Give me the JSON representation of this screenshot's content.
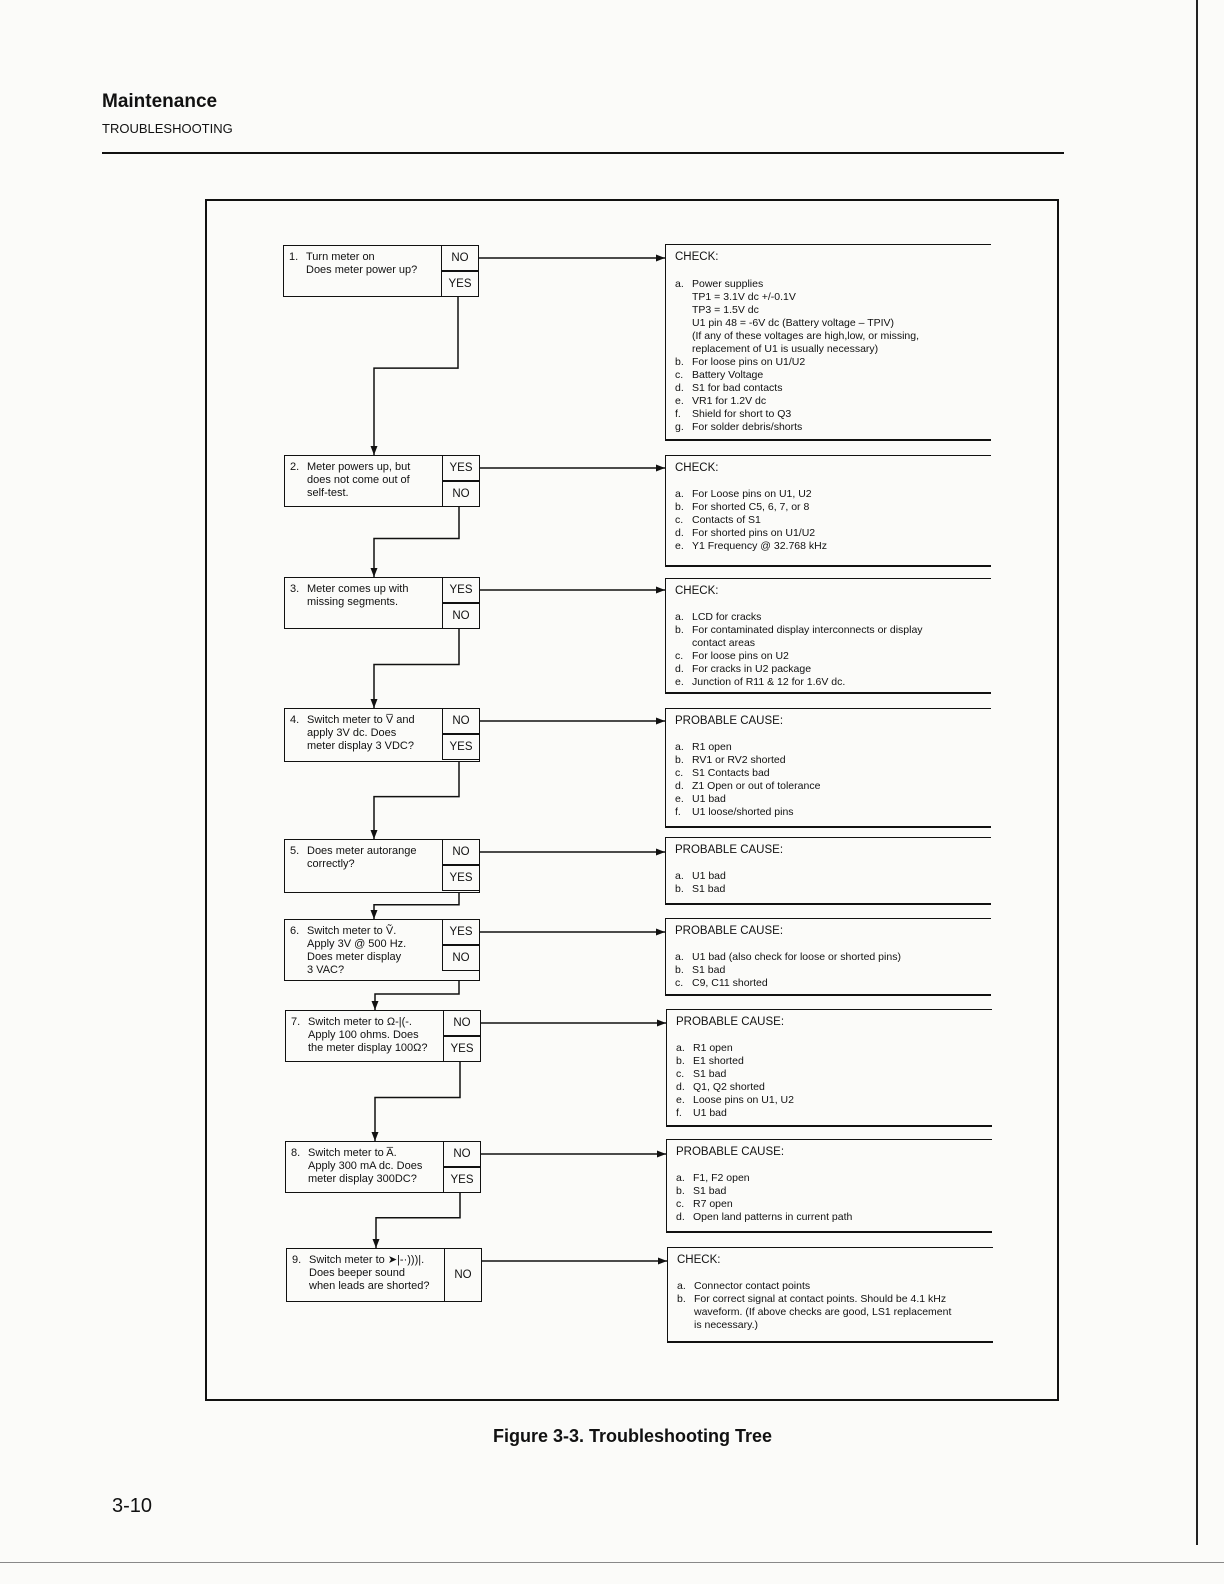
{
  "header": {
    "title": "Maintenance",
    "subtitle": "TROUBLESHOOTING"
  },
  "steps": [
    {
      "num": "1.",
      "text": "Turn meter on\nDoes meter power up?",
      "top": "NO",
      "bottom": "YES"
    },
    {
      "num": "2.",
      "text": "Meter powers up, but\ndoes not come out of\nself-test.",
      "top": "YES",
      "bottom": "NO"
    },
    {
      "num": "3.",
      "text": "Meter comes up with\nmissing segments.",
      "top": "YES",
      "bottom": "NO"
    },
    {
      "num": "4.",
      "text": "Switch meter to V̅ and\napply 3V dc. Does\nmeter display 3 VDC?",
      "top": "NO",
      "bottom": "YES"
    },
    {
      "num": "5.",
      "text": "Does meter autorange\ncorrectly?",
      "top": "NO",
      "bottom": "YES"
    },
    {
      "num": "6.",
      "text": "Switch meter to Ṽ.\nApply 3V @ 500 Hz.\nDoes meter display\n3 VAC?",
      "top": "YES",
      "bottom": "NO"
    },
    {
      "num": "7.",
      "text": "Switch meter to Ω-|(-.\nApply 100 ohms. Does\nthe meter display 100Ω?",
      "top": "NO",
      "bottom": "YES"
    },
    {
      "num": "8.",
      "text": "Switch meter to A̅.\nApply 300 mA dc. Does\nmeter display 300DC?",
      "top": "NO",
      "bottom": "YES"
    },
    {
      "num": "9.",
      "text": "Switch meter to ➤|-·)))|.\nDoes beeper sound\nwhen leads are shorted?",
      "top": "NO"
    }
  ],
  "checks": [
    {
      "heading": "CHECK:",
      "items": [
        {
          "letter": "a.",
          "text": "Power supplies\nTP1 = 3.1V dc +/-0.1V\nTP3 = 1.5V dc\nU1 pin 48 = -6V dc (Battery voltage – TPIV)\n(If any of these voltages are high,low, or missing,\nreplacement of U1 is usually necessary)"
        },
        {
          "letter": "b.",
          "text": "For loose pins on U1/U2"
        },
        {
          "letter": "c.",
          "text": "Battery Voltage"
        },
        {
          "letter": "d.",
          "text": "S1 for bad contacts"
        },
        {
          "letter": "e.",
          "text": "VR1 for 1.2V dc"
        },
        {
          "letter": "f.",
          "text": "Shield for short to Q3"
        },
        {
          "letter": "g.",
          "text": "For solder debris/shorts"
        }
      ]
    },
    {
      "heading": "CHECK:",
      "items": [
        {
          "letter": "a.",
          "text": "For Loose pins on U1, U2"
        },
        {
          "letter": "b.",
          "text": "For shorted C5, 6, 7, or 8"
        },
        {
          "letter": "c.",
          "text": "Contacts of S1"
        },
        {
          "letter": "d.",
          "text": "For shorted pins on U1/U2"
        },
        {
          "letter": "e.",
          "text": "Y1 Frequency @ 32.768 kHz"
        }
      ]
    },
    {
      "heading": "CHECK:",
      "items": [
        {
          "letter": "a.",
          "text": "LCD for cracks"
        },
        {
          "letter": "b.",
          "text": "For contaminated display interconnects or display\ncontact areas"
        },
        {
          "letter": "c.",
          "text": "For loose pins on U2"
        },
        {
          "letter": "d.",
          "text": "For cracks in U2 package"
        },
        {
          "letter": "e.",
          "text": "Junction of R11 & 12 for 1.6V dc."
        }
      ]
    },
    {
      "heading": "PROBABLE CAUSE:",
      "items": [
        {
          "letter": "a.",
          "text": "R1 open"
        },
        {
          "letter": "b.",
          "text": "RV1 or RV2 shorted"
        },
        {
          "letter": "c.",
          "text": "S1 Contacts bad"
        },
        {
          "letter": "d.",
          "text": "Z1 Open or out of tolerance"
        },
        {
          "letter": "e.",
          "text": "U1 bad"
        },
        {
          "letter": "f.",
          "text": "U1 loose/shorted pins"
        }
      ]
    },
    {
      "heading": "PROBABLE CAUSE:",
      "items": [
        {
          "letter": "a.",
          "text": "U1 bad"
        },
        {
          "letter": "b.",
          "text": "S1 bad"
        }
      ]
    },
    {
      "heading": "PROBABLE CAUSE:",
      "items": [
        {
          "letter": "a.",
          "text": "U1 bad (also check for loose or shorted pins)"
        },
        {
          "letter": "b.",
          "text": "S1 bad"
        },
        {
          "letter": "c.",
          "text": "C9, C11 shorted"
        }
      ]
    },
    {
      "heading": "PROBABLE CAUSE:",
      "items": [
        {
          "letter": "a.",
          "text": "R1 open"
        },
        {
          "letter": "b.",
          "text": "E1 shorted"
        },
        {
          "letter": "c.",
          "text": "S1 bad"
        },
        {
          "letter": "d.",
          "text": "Q1, Q2 shorted"
        },
        {
          "letter": "e.",
          "text": "Loose pins on U1, U2"
        },
        {
          "letter": "f.",
          "text": "U1 bad"
        }
      ]
    },
    {
      "heading": "PROBABLE CAUSE:",
      "items": [
        {
          "letter": "a.",
          "text": "F1, F2 open"
        },
        {
          "letter": "b.",
          "text": "S1 bad"
        },
        {
          "letter": "c.",
          "text": "R7 open"
        },
        {
          "letter": "d.",
          "text": "Open land patterns in current path"
        }
      ]
    },
    {
      "heading": "CHECK:",
      "items": [
        {
          "letter": "a.",
          "text": "Connector contact points"
        },
        {
          "letter": "b.",
          "text": "For correct signal at contact points. Should be 4.1 kHz\nwaveform. (If above checks are good, LS1 replacement\nis necessary.)"
        }
      ]
    }
  ],
  "caption": "Figure 3-3. Troubleshooting Tree",
  "page_number": "3-10"
}
